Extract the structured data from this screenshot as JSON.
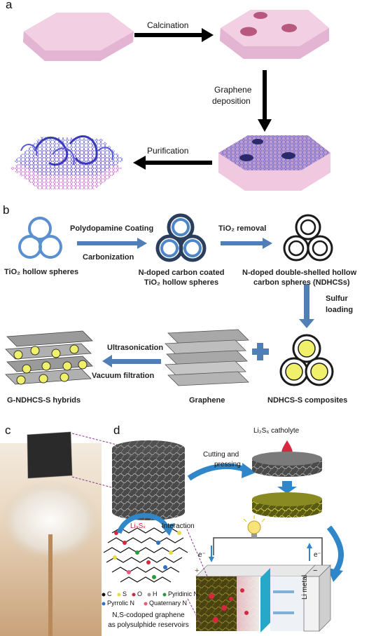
{
  "panel_a": {
    "letter": "a",
    "step1": "Calcination",
    "step2_line1": "Graphene",
    "step2_line2": "deposition",
    "step3": "Purification"
  },
  "panel_b": {
    "letter": "b",
    "step1_top": "Polydopamine Coating",
    "step1_bottom": "Carbonization",
    "step2": "TiO₂  removal",
    "step3_line1": "Sulfur",
    "step3_line2": "loading",
    "step4_top": "Ultrasonication",
    "step4_bottom": "Vacuum filtration",
    "label_tio2": "TiO₂ hollow spheres",
    "label_ndoped_line1": "N-doped carbon coated",
    "label_ndoped_line2": "TiO₂ hollow spheres",
    "label_ndhcs_line1": "N-doped double-shelled hollow",
    "label_ndhcs_line2": "carbon spheres (NDHCSs)",
    "label_hybrid": "G-NDHCS-S hybrids",
    "label_graphene": "Graphene",
    "label_composites": "NDHCS-S composites"
  },
  "panel_c": {
    "letter": "c"
  },
  "panel_d": {
    "letter": "d",
    "catholyte": "Li₂S₆ catholyte",
    "cutting_line1": "Cutting and",
    "cutting_line2": "pressing",
    "li2sx": "Li₂Sₓ",
    "interaction": "Interaction",
    "electron_left": "e⁻",
    "electron_right": "e⁻",
    "plus": "+",
    "minus": "−",
    "li_metal": "Li metal",
    "legend_c": "C",
    "legend_s": "S",
    "legend_o": "O",
    "legend_h": "H",
    "legend_pyridinic": "Pyridinic N",
    "legend_pyrrolic": "Pyrrolic N",
    "legend_quaternary": "Quaternary N",
    "caption_line1": "N,S-codoped graphene",
    "caption_line2": "as polysulphide reservoirs"
  },
  "colors": {
    "hex_top": "#f3cfe3",
    "hex_side": "#dca9c9",
    "arrow_black": "#000000",
    "arrow_blue": "#4f7fb6",
    "sphere_blue": "#4f86c6",
    "sulfur_yellow": "#f1f06a",
    "swirl_blue": "#2f86c8",
    "li_red": "#d7263d"
  }
}
